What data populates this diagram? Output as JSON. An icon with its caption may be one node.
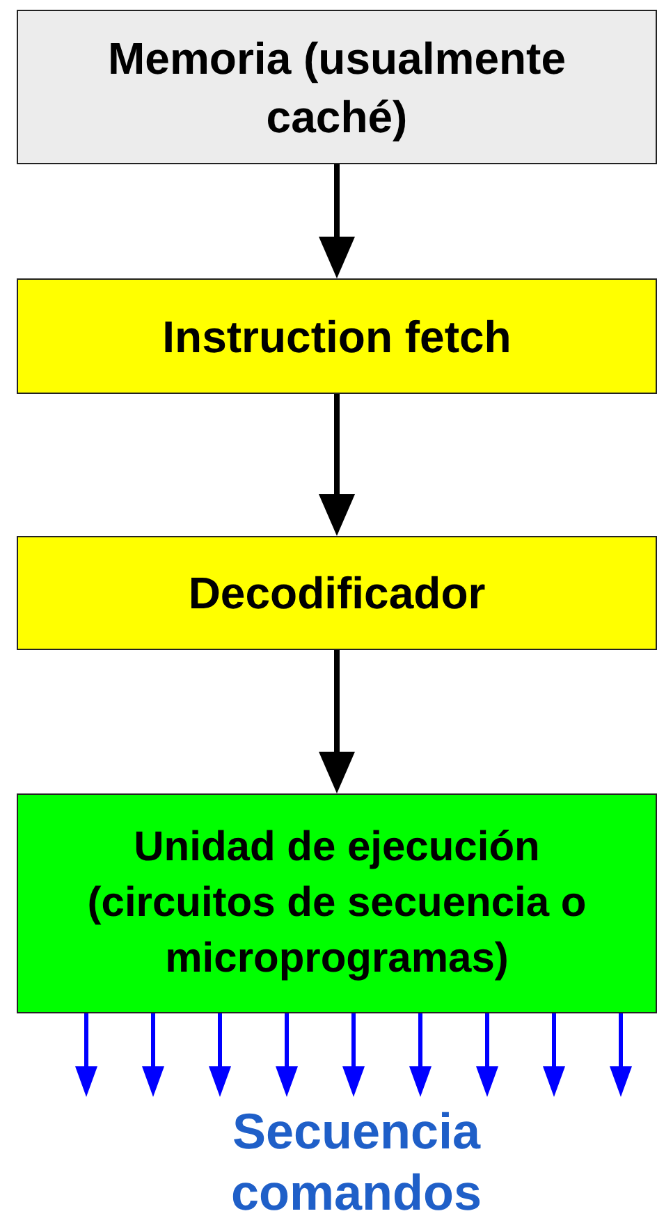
{
  "diagram": {
    "nodes": [
      {
        "text": [
          "Memoria (usualmente caché)"
        ]
      },
      {
        "text": [
          "Instruction fetch"
        ]
      },
      {
        "text": [
          "Decodificador"
        ]
      },
      {
        "text": [
          "Unidad de ejecución (circuitos de secuencia o microprogramas)"
        ]
      }
    ],
    "edges": [
      {
        "from": 0,
        "to": 1,
        "arrow": "to",
        "color": "#000000"
      },
      {
        "from": 1,
        "to": 2,
        "arrow": "to",
        "color": "#000000"
      },
      {
        "from": 2,
        "to": 3,
        "arrow": "to",
        "color": "#000000"
      },
      {
        "from": 3,
        "to": null,
        "arrow": "to"
      },
      {
        "from": 3,
        "to": null,
        "arrow": "to"
      },
      {
        "from": 3,
        "to": null,
        "arrow": "to"
      },
      {
        "from": 3,
        "to": null,
        "arrow": "to"
      },
      {
        "from": 3,
        "to": null,
        "arrow": "to"
      },
      {
        "from": 3,
        "to": null,
        "arrow": "to"
      },
      {
        "from": 3,
        "to": null,
        "arrow": "to"
      },
      {
        "from": 3,
        "to": null,
        "arrow": "to"
      },
      {
        "from": 3,
        "to": null,
        "arrow": "to"
      }
    ],
    "labels": [
      "Secuencia comandos"
    ]
  }
}
